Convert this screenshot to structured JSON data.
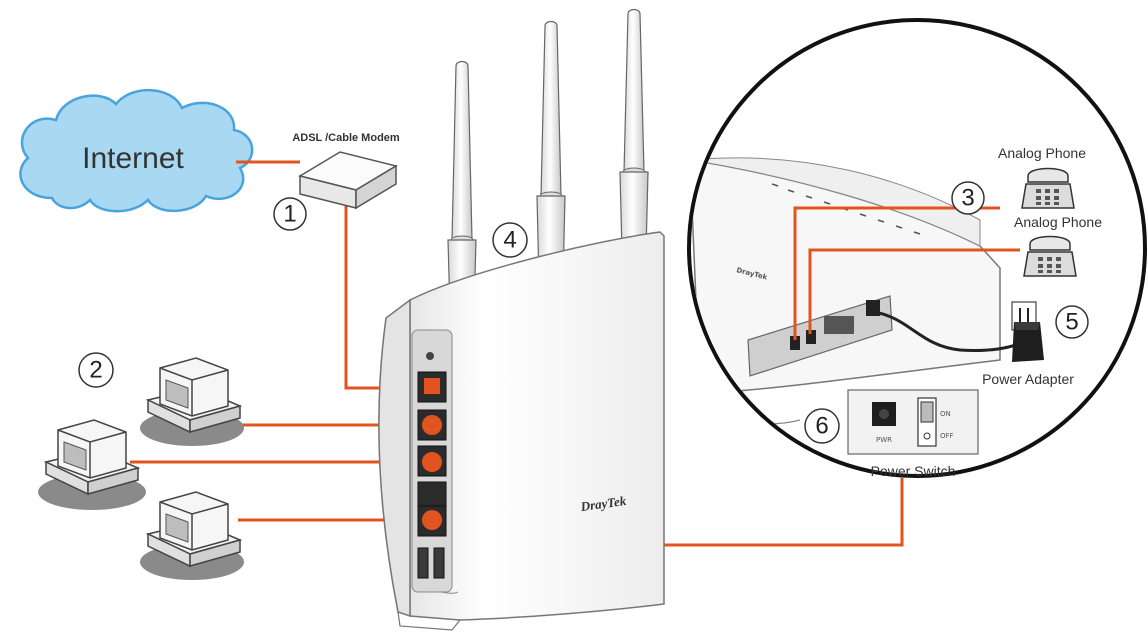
{
  "diagram": {
    "internet_label": "Internet",
    "modem_label": "ADSL /Cable Modem",
    "phone_label_1": "Analog Phone",
    "phone_label_2": "Analog Phone",
    "power_adapter_label": "Power Adapter",
    "power_switch_label": "Power Switch",
    "switch_on_label": "ON",
    "switch_off_label": "OFF",
    "pwr_label": "PWR",
    "brand_text": "DrayTek",
    "callouts": [
      "1",
      "2",
      "3",
      "4",
      "5",
      "6"
    ],
    "colors": {
      "cable": "#e2541f",
      "cloud": "#a9d8f2",
      "cloud_outline": "#4aa3dc"
    },
    "icons": [
      "cloud-icon",
      "modem-icon",
      "router-icon",
      "computer-icon",
      "phone-icon",
      "power-adapter-icon",
      "power-switch-icon"
    ]
  }
}
